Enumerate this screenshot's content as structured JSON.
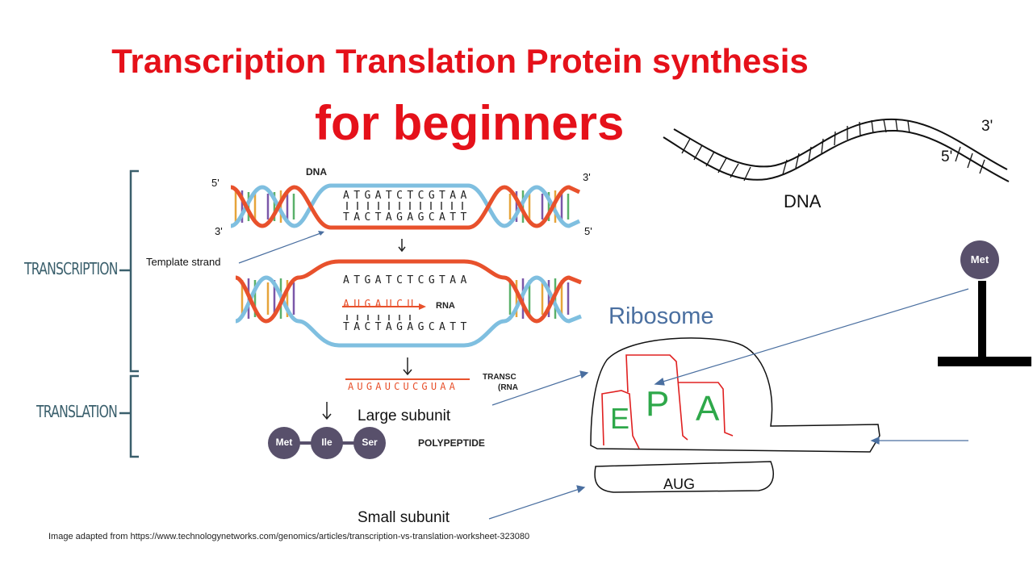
{
  "title": {
    "line1": "Transcription Translation Protein synthesis",
    "line2": "for beginners"
  },
  "left_diagram": {
    "dna_label": "DNA",
    "end_5_top": "5'",
    "end_3_top": "3'",
    "end_3_bottom": "3'",
    "end_5_bottom": "5'",
    "top_sequence": "ATGATCTCGTAA",
    "bottom_sequence": "TACTAGAGCATT",
    "template_strand": "Template strand",
    "rna_growing": "AUGAUCU",
    "rna_label": "RNA",
    "mrna_sequence": "AUGAUCUCGUAA",
    "transc_text": "TRANSC",
    "rna_text": "(RNA",
    "transcription_label": "TRANSCRIPTION",
    "translation_label": "TRANSLATION",
    "amino_acids": [
      "Met",
      "Ile",
      "Ser"
    ],
    "polypeptide": "POLYPEPTIDE",
    "colors": {
      "red_strand": "#e8512c",
      "blue_strand": "#7fbfe0",
      "amino_circle": "#58506b",
      "side_label": "#3a5f6c"
    }
  },
  "right_diagram": {
    "dna_label": "DNA",
    "end_3": "3'",
    "end_5": "5'",
    "met": "Met",
    "ribosome": "Ribosome",
    "sites": [
      "E",
      "P",
      "A"
    ],
    "aug": "AUG",
    "large_subunit": "Large subunit",
    "small_subunit": "Small subunit",
    "colors": {
      "title": "#4a6fa0",
      "site_outline": "#e02020",
      "site_letter": "#2ea84a",
      "arrow": "#4a6fa0"
    }
  },
  "caption": "Image adapted from https://www.technologynetworks.com/genomics/articles/transcription-vs-translation-worksheet-323080"
}
